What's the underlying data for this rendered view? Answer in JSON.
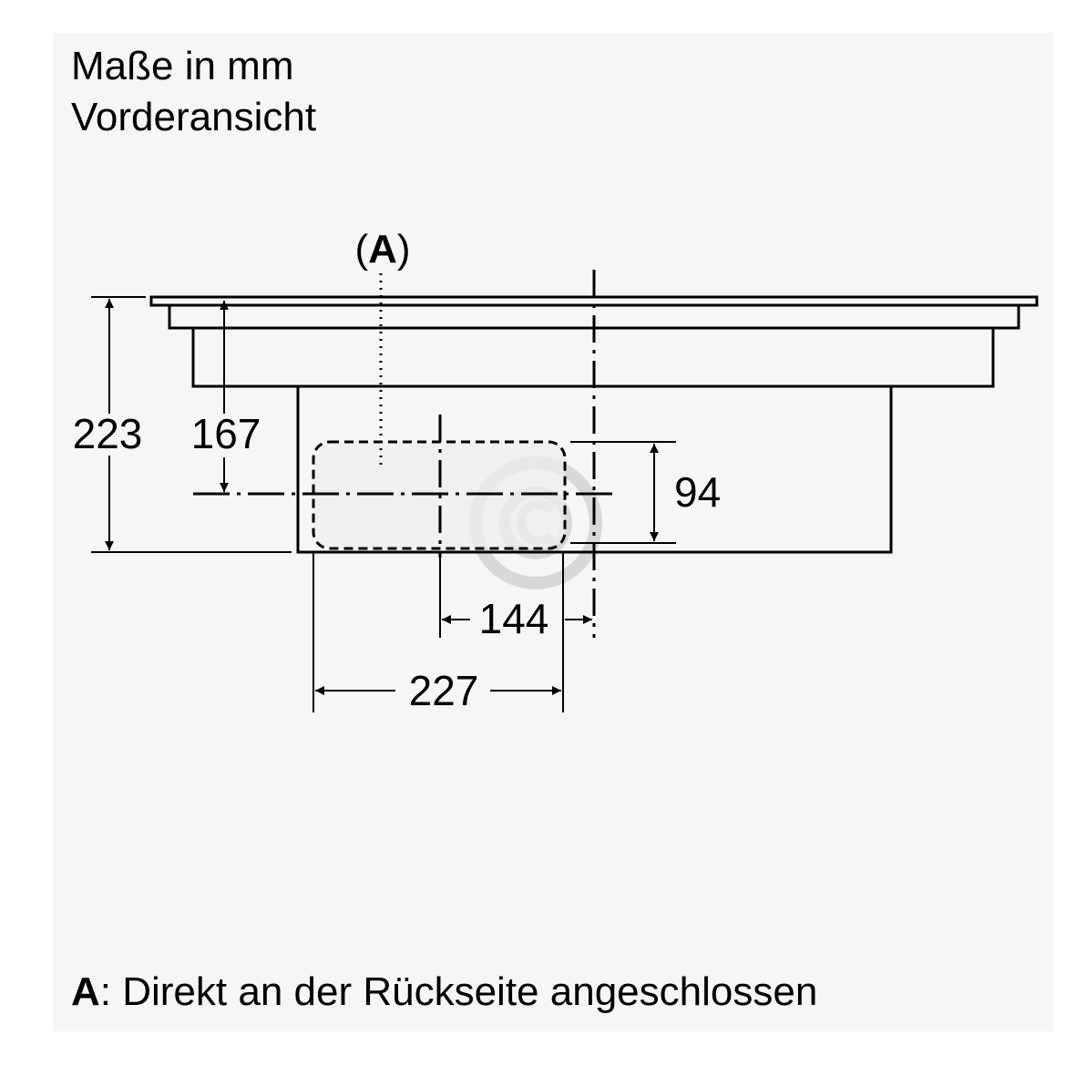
{
  "header": {
    "line1": "Maße in mm",
    "line2": "Vorderansicht"
  },
  "callout": {
    "open": "(",
    "letter": "A",
    "close": ")"
  },
  "dimensions": {
    "overall_height": "223",
    "axis_height": "167",
    "connector_height": "94",
    "axis_offset": "144",
    "connector_width": "227"
  },
  "legend": {
    "key": "A",
    "text": ": Direkt an der Rückseite angeschlossen"
  },
  "colors": {
    "background_panel": "#f6f6f6",
    "connector_fill": "#eeeeee",
    "line": "#000000",
    "watermark": "#d8d8d8"
  }
}
